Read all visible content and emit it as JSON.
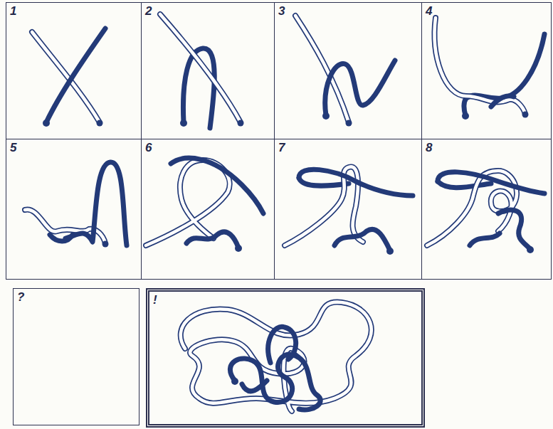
{
  "diagram": {
    "nodes": [
      {
        "text": [
          "1"
        ]
      },
      {
        "text": [
          "2"
        ]
      },
      {
        "text": [
          "3"
        ]
      },
      {
        "text": [
          "4"
        ]
      },
      {
        "text": [
          "5"
        ]
      },
      {
        "text": [
          "6"
        ]
      },
      {
        "text": [
          "7"
        ]
      },
      {
        "text": [
          "8"
        ]
      },
      {
        "text": [
          "?"
        ]
      },
      {
        "text": [
          "!"
        ]
      }
    ]
  }
}
